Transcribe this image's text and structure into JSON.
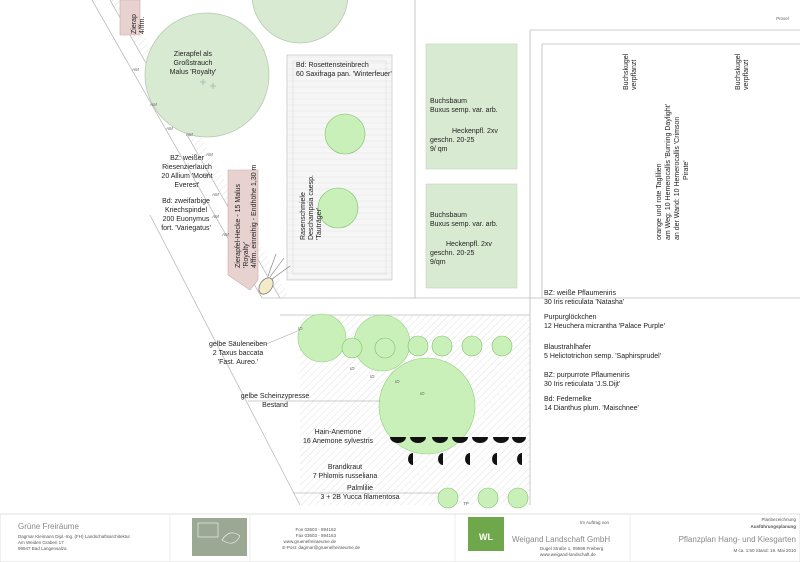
{
  "sheet": {
    "corner": "Prosel"
  },
  "labels": {
    "zierapfel_grossstrauch": [
      "Zierapfel als",
      "Großstrauch",
      "Malus 'Royalty'"
    ],
    "zierapfel_top": [
      "Zierap",
      "4/ffm."
    ],
    "weisser_riesenzierlauch": [
      "BZ: weißer",
      "Riesenzierlauch",
      "20 Allium 'Mount",
      "Everest'"
    ],
    "kriechspindel": [
      "Bd: zweifarbige",
      "Kriechspindel",
      "200 Euonymus",
      "fort. 'Variegatus'"
    ],
    "zierapfel_hecke": [
      "Zierapfel-Hecke - 15 Malus",
      "'Royalty'",
      "4/ffm. einreihig - Endhöhe 1,30 m"
    ],
    "rosettensteinbrech": [
      "Bd:  Rosettensteinbrech",
      "60 Saxifraga pan. 'Winterfeuer'"
    ],
    "rasenschmiele": [
      "Rasenschmiele",
      "Deschampsia caesp.",
      "'Tauträger'"
    ],
    "buchsbaum": [
      "Buchsbaum",
      "Buxus semp. var. arb.",
      "",
      "Heckenpfl.  2xv",
      "geschn. 20-25",
      "9/ qm"
    ],
    "buchsbaum2": [
      "Buchsbaum",
      "Buxus semp. var. arb.",
      "",
      "Heckenpfl.  2xv",
      "geschn. 20-25",
      "9/qm"
    ],
    "buchskugel": [
      "Buchskugel",
      "verpflanzt"
    ],
    "taglilien": [
      "orange und rote Taglilien",
      "am Weg: 10 Hemerocallis 'Burning Daylight'",
      "an der Wand: 10 Hemerocallis 'Crimson",
      "Pirate'"
    ],
    "plants_right": [
      [
        "BZ: weiße Pflaumeniris",
        "30 Iris reticulata 'Natasha'"
      ],
      [
        "Purpurglöckchen",
        "12 Heuchera micrantha 'Palace Purple'"
      ],
      [
        "Blaustrahlhafer",
        "5 Helictotrichon semp. 'Saphirsprudel'"
      ],
      [
        "BZ: purpurrote Pflaumeniris",
        "30 Iris reticulata 'J.S.Dijt'"
      ],
      [
        "Bd:  Federnelke",
        "14 Dianthus plum. 'Maischnee'"
      ]
    ],
    "plants_left": [
      [
        "gelbe Säuleneiben",
        "2 Taxus baccata",
        "'Fast. Aureo.'"
      ],
      [
        "gelbe Scheinzypresse",
        "Bestand"
      ],
      [
        "Hain-Anemone",
        "16 Anemone sylvestris"
      ],
      [
        "Brandkraut",
        "7 Phlomis russeliana"
      ],
      [
        "Palmlilie",
        "3 + 2B Yucca filamentosa"
      ]
    ],
    "am": "AM",
    "ld": "ID",
    "tp": "TP"
  },
  "titleblock": {
    "firm_left": "Grüne Freiräume",
    "firm_left_lines": [
      "Dagmar Kleimann Dipl.-Ing. (FH) Landschaftsarchitektur",
      "Am Weiden Graben 17",
      "99947 Bad Langensalza"
    ],
    "contact": [
      "Fon 03603 - 894162",
      "Fax 03603 - 894163",
      "www.gruenefreiraeume.de",
      "E-Post: dagmar@gruenefreiraeume.de"
    ],
    "client_caption": "Im Auftrag von",
    "client": "Weigand Landschaft GmbH",
    "client_lines": [
      "Dugel Straße 1, 09599 Freiberg",
      "www.weigand-landschaft.de"
    ],
    "logo_text": "WL",
    "plan_caption": "Planbezeichnung",
    "plan_phase": "Ausführungsplanung",
    "plan_title": "Pflanzplan Hang- und Kiesgarten",
    "plan_scale": "M ca. 1:50   Stand: 19. Mai 2010"
  },
  "colors": {
    "green": "#d9ead3",
    "green_dark": "#cfe4c6",
    "pink": "#e8d2d0",
    "lime": "#c8f0b8"
  }
}
